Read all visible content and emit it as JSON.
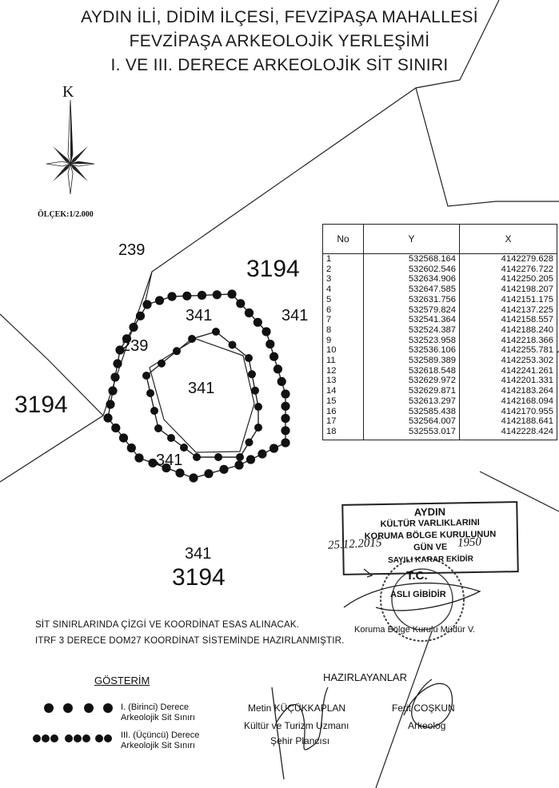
{
  "title": {
    "line1": "AYDIN İLİ, DİDİM İLÇESİ, FEVZİPAŞA MAHALLESİ",
    "line2": "FEVZİPAŞA ARKEOLOJİK YERLEŞİMİ",
    "line3": "I. VE III. DERECE ARKEOLOJİK SİT SINIRI"
  },
  "compass": {
    "north": "K",
    "icon": "compass-rose-icon"
  },
  "scale": "ÖLÇEK:1/2.000",
  "parcels": {
    "p239_top": "239",
    "p3194_top": "3194",
    "p341_right": "341",
    "p341_inner_top": "341",
    "p239_mid": "239",
    "p3194_left": "3194",
    "p341_center": "341",
    "p341_lower": "341",
    "p341_bottom": "341",
    "p3194_bottom": "3194"
  },
  "table": {
    "headers": [
      "No",
      "Y",
      "X"
    ],
    "rows": [
      [
        "1",
        "532568.164",
        "4142279.628"
      ],
      [
        "2",
        "532602.546",
        "4142276.722"
      ],
      [
        "3",
        "532634.906",
        "4142250.205"
      ],
      [
        "4",
        "532647.585",
        "4142198.207"
      ],
      [
        "5",
        "532631.756",
        "4142151.175"
      ],
      [
        "6",
        "532579.824",
        "4142137.225"
      ],
      [
        "7",
        "532541.364",
        "4142158.557"
      ],
      [
        "8",
        "532524.387",
        "4142188.240"
      ],
      [
        "9",
        "532523.958",
        "4142218.366"
      ],
      [
        "10",
        "532536.106",
        "4142255.781"
      ],
      [
        "11",
        "532589.389",
        "4142253.302"
      ],
      [
        "12",
        "532618.548",
        "4142241.261"
      ],
      [
        "13",
        "532629.972",
        "4142201.331"
      ],
      [
        "14",
        "532629.871",
        "4142183.264"
      ],
      [
        "15",
        "532613.297",
        "4142168.094"
      ],
      [
        "16",
        "532585.438",
        "4142170.955"
      ],
      [
        "17",
        "532564.007",
        "4142188.641"
      ],
      [
        "18",
        "532553.017",
        "4142228.424"
      ]
    ]
  },
  "stamp": {
    "line1": "AYDIN",
    "line2": "KÜLTÜR VARLIKLARINI",
    "line3": "KORUMA BÖLGE KURULUNUN",
    "line4": "GÜN VE",
    "line5": "SAYILI KARAR EKİDİR",
    "hand_date": "25.12.2015",
    "hand_no": "1950",
    "seal_text": "T.C.",
    "seal_sub": "ASLI GİBİDİR",
    "official": "Koruma Bölge Kurulu Müdür V."
  },
  "notes": {
    "line1": "SİT SINIRLARINDA ÇİZGİ VE KOORDİNAT ESAS ALINACAK.",
    "line2": "ITRF 3 DERECE DOM27 KOORDİNAT SİSTEMİNDE HAZIRLANMIŞTIR."
  },
  "legend": {
    "title": "GÖSTERİM",
    "item1_line1": "I. (Birinci) Derece",
    "item1_line2": "Arkeolojik Sit Sınırı",
    "item2_line1": "III. (Üçüncü) Derece",
    "item2_line2": "Arkeolojik Sit Sınırı"
  },
  "prepared": {
    "heading": "HAZIRLAYANLAR",
    "person1_name": "Metin KÜÇÜKKAPLAN",
    "person1_title1": "Kültür ve Turizm Uzmanı",
    "person1_title2": "Şehir Plancısı",
    "person2_name": "Ferit COŞKUN",
    "person2_title": "Arkeolog"
  }
}
